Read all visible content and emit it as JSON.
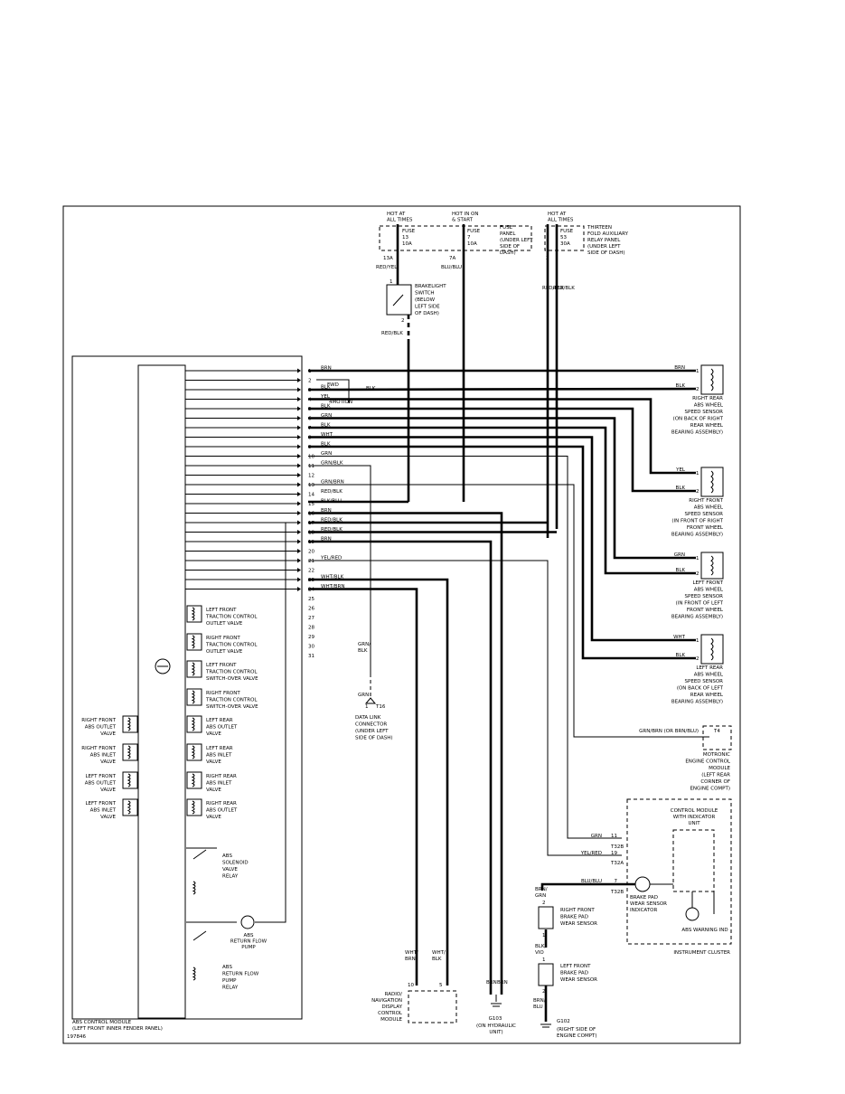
{
  "diagram_id": "197846",
  "abs_module": {
    "title_1": "ABS CONTROL MODULE",
    "title_2": "(LEFT FRONT INNER FENDER PANEL)"
  },
  "fuses": {
    "hot_at_all_times_1": [
      "HOT AT",
      "ALL TIMES"
    ],
    "hot_in_on": [
      "HOT IN ON",
      "& START"
    ],
    "hot_at_all_times_2": [
      "HOT AT",
      "ALL TIMES"
    ],
    "fuse_13": [
      "FUSE",
      "13",
      "10A"
    ],
    "fuse_7": [
      "FUSE",
      "7",
      "10A"
    ],
    "fuse_53": [
      "FUSE",
      "53",
      "30A"
    ],
    "fuse_panel": [
      "FUSE",
      "PANEL",
      "(UNDER LEFT",
      "SIDE OF",
      "DASH)"
    ],
    "aux_relay_panel": [
      "THIRTEEN",
      "FOLD AUXILIARY",
      "RELAY PANEL",
      "(UNDER LEFT",
      "SIDE OF DASH)"
    ],
    "pin_13a": "13A",
    "pin_7a": "7A",
    "pin_2": "2",
    "wire_red_yel": "RED/YEL",
    "wire_blu_blu": "BLU/BLU",
    "wire_red_blk_a": "RED/BLK",
    "wire_red_blk_b": "RED/BLK"
  },
  "brake_switch": {
    "label": [
      "BRAKELIGHT",
      "SWITCH",
      "(BELOW",
      "LEFT SIDE",
      "OF DASH)"
    ],
    "pin_1": "1",
    "pin_2": "2",
    "wire": "RED/BLK"
  },
  "module_pins": [
    {
      "n": "1",
      "w": "BRN"
    },
    {
      "n": "2",
      "w": ""
    },
    {
      "n": "3",
      "w": "BLK"
    },
    {
      "n": "4",
      "w": "YEL"
    },
    {
      "n": "5",
      "w": "BLK"
    },
    {
      "n": "6",
      "w": "GRN"
    },
    {
      "n": "7",
      "w": "BLK"
    },
    {
      "n": "8",
      "w": "WHT"
    },
    {
      "n": "9",
      "w": "BLK"
    },
    {
      "n": "10",
      "w": "GRN"
    },
    {
      "n": "11",
      "w": "GRN/BLK"
    },
    {
      "n": "12",
      "w": ""
    },
    {
      "n": "13",
      "w": "GRN/BRN"
    },
    {
      "n": "14",
      "w": "RED/BLK"
    },
    {
      "n": "15",
      "w": "BLK/BLU"
    },
    {
      "n": "16",
      "w": "BRN"
    },
    {
      "n": "17",
      "w": "RED/BLK"
    },
    {
      "n": "18",
      "w": "RED/BLK"
    },
    {
      "n": "19",
      "w": "BRN"
    },
    {
      "n": "20",
      "w": ""
    },
    {
      "n": "21",
      "w": "YEL/RED"
    },
    {
      "n": "22",
      "w": ""
    },
    {
      "n": "23",
      "w": "WHT/BLK"
    },
    {
      "n": "24",
      "w": "WHT/BRN"
    },
    {
      "n": "25",
      "w": ""
    },
    {
      "n": "26",
      "w": ""
    },
    {
      "n": "27",
      "w": ""
    },
    {
      "n": "28",
      "w": ""
    },
    {
      "n": "29",
      "w": ""
    },
    {
      "n": "30",
      "w": ""
    },
    {
      "n": "31",
      "w": ""
    }
  ],
  "drive_labels": {
    "fwd": "FWD",
    "four_motion": "4MOTION",
    "blk": "BLK"
  },
  "internal_valves": [
    [
      "LEFT FRONT",
      "TRACTION CONTROL",
      "OUTLET VALVE"
    ],
    [
      "RIGHT FRONT",
      "TRACTION CONTROL",
      "OUTLET VALVE"
    ],
    [
      "LEFT FRONT",
      "TRACTION CONTROL",
      "SWITCH-OVER VALVE"
    ],
    [
      "RIGHT FRONT",
      "TRACTION CONTROL",
      "SWITCH-OVER VALVE"
    ],
    [
      "LEFT REAR",
      "ABS OUTLET",
      "VALVE"
    ],
    [
      "LEFT REAR",
      "ABS INLET",
      "VALVE"
    ],
    [
      "RIGHT REAR",
      "ABS INLET",
      "VALVE"
    ],
    [
      "RIGHT REAR",
      "ABS OUTLET",
      "VALVE"
    ]
  ],
  "left_valves": [
    [
      "RIGHT FRONT",
      "ABS OUTLET",
      "VALVE"
    ],
    [
      "RIGHT FRONT",
      "ABS INLET",
      "VALVE"
    ],
    [
      "LEFT FRONT",
      "ABS OUTLET",
      "VALVE"
    ],
    [
      "LEFT FRONT",
      "ABS INLET",
      "VALVE"
    ]
  ],
  "relays": {
    "solenoid": [
      "ABS",
      "SOLENOID",
      "VALVE",
      "RELAY"
    ],
    "pump_motor": [
      "ABS",
      "RETURN FLOW",
      "PUMP"
    ],
    "pump_relay": [
      "ABS",
      "RETURN FLOW",
      "PUMP",
      "RELAY"
    ]
  },
  "sensors": [
    {
      "wires": [
        "BRN",
        "BLK"
      ],
      "pins": [
        "1",
        "2"
      ],
      "label": [
        "RIGHT REAR",
        "ABS WHEEL",
        "SPEED SENSOR",
        "(ON BACK OF RIGHT",
        "REAR WHEEL",
        "BEARING ASSEMBLY)"
      ]
    },
    {
      "wires": [
        "YEL",
        "BLK"
      ],
      "pins": [
        "1",
        "2"
      ],
      "label": [
        "RIGHT FRONT",
        "ABS WHEEL",
        "SPEED SENSOR",
        "(IN FRONT OF RIGHT",
        "FRONT WHEEL",
        "BEARING ASSEMBLY)"
      ]
    },
    {
      "wires": [
        "GRN",
        "BLK"
      ],
      "pins": [
        "1",
        "2"
      ],
      "label": [
        "LEFT FRONT",
        "ABS WHEEL",
        "SPEED SENSOR",
        "(IN FRONT OF LEFT",
        "FRONT WHEEL",
        "BEARING ASSEMBLY)"
      ]
    },
    {
      "wires": [
        "WHT",
        "BLK"
      ],
      "pins": [
        "1",
        "2"
      ],
      "label": [
        "LEFT REAR",
        "ABS WHEEL",
        "SPEED SENSOR",
        "(ON BACK OF LEFT",
        "REAR WHEEL",
        "BEARING ASSEMBLY)"
      ]
    }
  ],
  "data_link": {
    "wire_top": [
      "GRN/",
      "BLK"
    ],
    "wire_bottom": "GRN",
    "pin": "1",
    "pin_id": "T16",
    "label": [
      "DATA LINK",
      "CONNECTOR",
      "(UNDER LEFT",
      "SIDE OF DASH)"
    ]
  },
  "ecm": {
    "wire": "GRN/BRN (OR BRN/BLU)",
    "pin": "T4",
    "label": [
      "MOTRONIC",
      "ENGINE CONTROL",
      "MODULE",
      "(LEFT REAR",
      "CORNER OF",
      "ENGINE COMPT)"
    ]
  },
  "cluster": {
    "module_label": [
      "CONTROL MODULE",
      "WITH INDICATOR",
      "UNIT"
    ],
    "title": "INSTRUMENT CLUSTER",
    "grn_wire": "GRN",
    "grn_pin": "11",
    "grn_conn": "T32B",
    "yel_wire": "YEL/RED",
    "yel_pin": "19",
    "yel_conn": "T32A",
    "blu_wire": "BLU/BLU",
    "blu_pin": "7",
    "blu_conn": "T32B",
    "indicator": [
      "BRAKE PAD",
      "WEAR SENSOR",
      "INDICATOR"
    ],
    "warning": "ABS WARNING IND"
  },
  "pad_sensors": {
    "wire_top": [
      "BRN/",
      "GRN"
    ],
    "pin_a": "2",
    "pin_b": "1",
    "right_label": [
      "RIGHT FRONT",
      "BRAKE PAD",
      "WEAR SENSOR"
    ],
    "wire_mid": [
      "BLK/",
      "VIO"
    ],
    "pin_c": "1",
    "pin_d": "2",
    "left_label": [
      "LEFT FRONT",
      "BRAKE PAD",
      "WEAR SENSOR"
    ],
    "wire_bottom": [
      "BRN/",
      "BLU"
    ],
    "ground_id": "G102",
    "ground_label": [
      "(RIGHT SIDE OF",
      "ENGINE COMPT)"
    ]
  },
  "nav": {
    "wire_a": [
      "WHT/",
      "BRN"
    ],
    "wire_b": [
      "WHT/",
      "BLK"
    ],
    "pin_a": "10",
    "pin_b": "5",
    "label": [
      "RADIO/",
      "NAVIGATION",
      "DISPLAY",
      "CONTROL",
      "MODULE"
    ]
  },
  "ground_g103": {
    "wire_a": "BRN",
    "wire_b": "BRN",
    "id": "G103",
    "label": [
      "(ON HYDRAULIC",
      "UNIT)"
    ]
  }
}
